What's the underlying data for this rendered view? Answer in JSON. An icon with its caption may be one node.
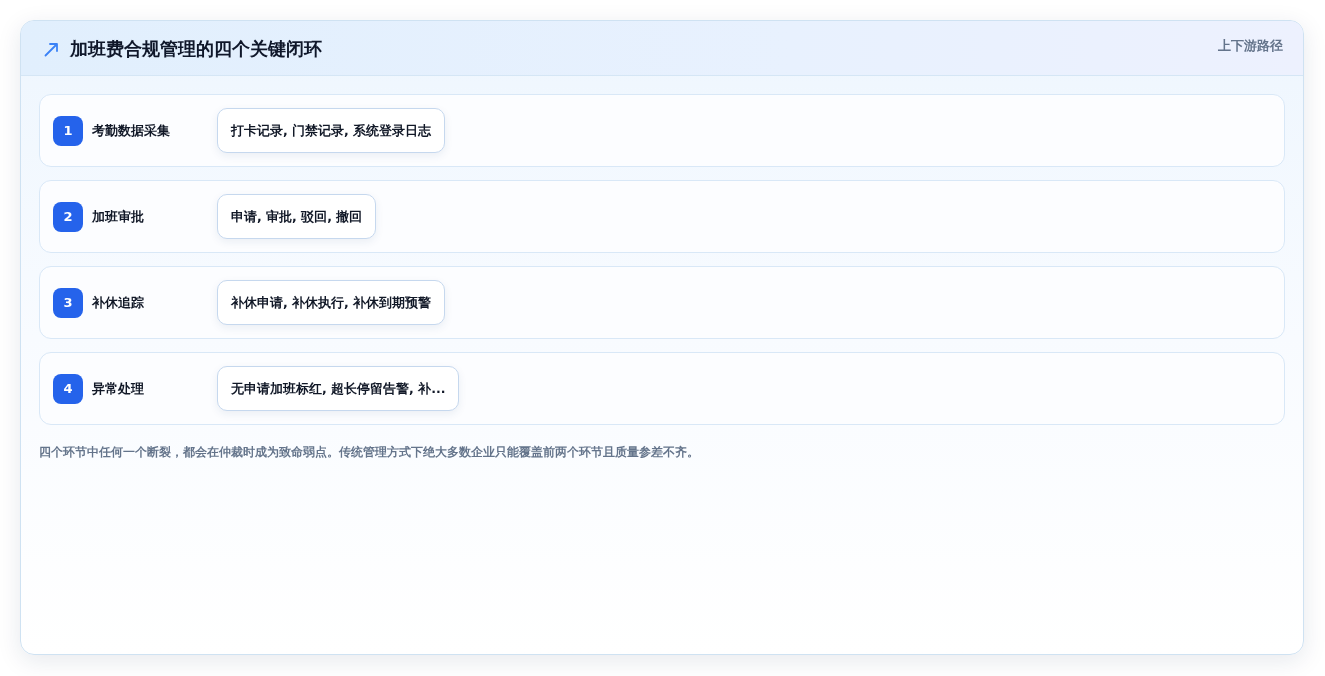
{
  "diagram": {
    "title": "加班费合规管理的四个关键闭环",
    "nodes": [
      {
        "text": [
          "考勤数据采集"
        ]
      },
      {
        "text": [
          "1"
        ],
        "in": 0
      },
      {
        "text": [
          "打卡记录, 门禁记录, 系统登录日志"
        ],
        "in": 0
      },
      {
        "text": [
          "加班审批"
        ]
      },
      {
        "text": [
          "2"
        ],
        "in": 3
      },
      {
        "text": [
          "申请, 审批, 驳回, 撤回"
        ],
        "in": 3
      },
      {
        "text": [
          "补休追踪"
        ]
      },
      {
        "text": [
          "3"
        ],
        "in": 6
      },
      {
        "text": [
          "补休申请, 补休执行, 补休到期预警"
        ],
        "in": 6
      },
      {
        "text": [
          "异常处理"
        ]
      },
      {
        "text": [
          "4"
        ],
        "in": 9
      },
      {
        "text": [
          "无申请加班标红, 超长停留告警, 补..."
        ],
        "in": 9
      }
    ],
    "labels": [
      "上下游路径"
    ],
    "caption": "四个环节中任何一个断裂，都会在仲裁时成为致命弱点。传统管理方式下绝大多数企业只能覆盖前两个环节且质量参差不齐。"
  }
}
